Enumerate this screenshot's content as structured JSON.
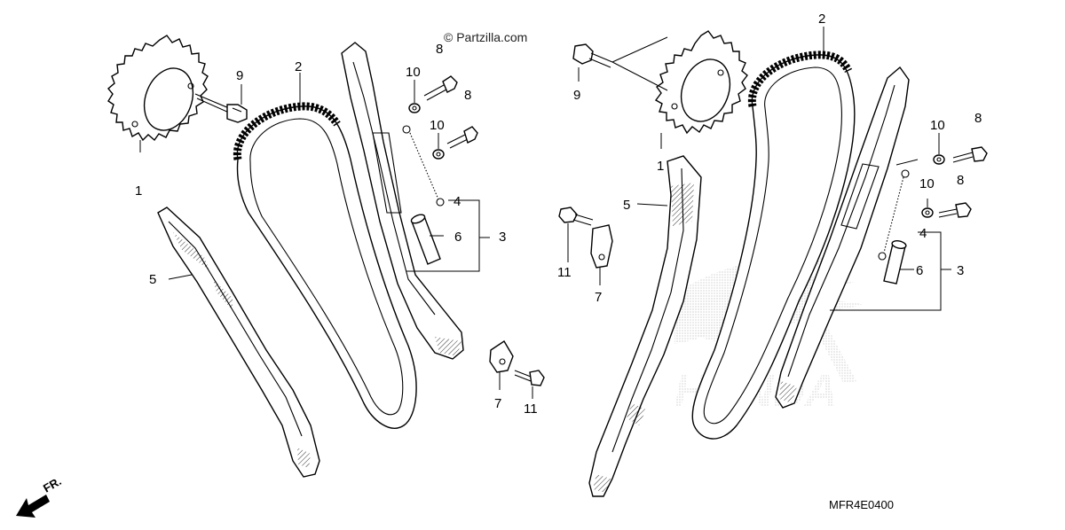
{
  "watermark": "© Partzilla.com",
  "diagram_code": "MFR4E0400",
  "front_arrow_label": "FR.",
  "callouts": {
    "l1": "1",
    "l2": "2",
    "l3": "3",
    "l4": "4",
    "l5": "5",
    "l6": "6",
    "l7": "7",
    "l8a": "8",
    "l8b": "8",
    "l9": "9",
    "l10a": "10",
    "l10b": "10",
    "l11": "11",
    "r1": "1",
    "r2": "2",
    "r3": "3",
    "r4": "4",
    "r5": "5",
    "r6": "6",
    "r7": "7",
    "r8a": "8",
    "r8b": "8",
    "r9": "9",
    "r10a": "10",
    "r10b": "10",
    "r11": "11"
  },
  "logo_text": "HONDA"
}
